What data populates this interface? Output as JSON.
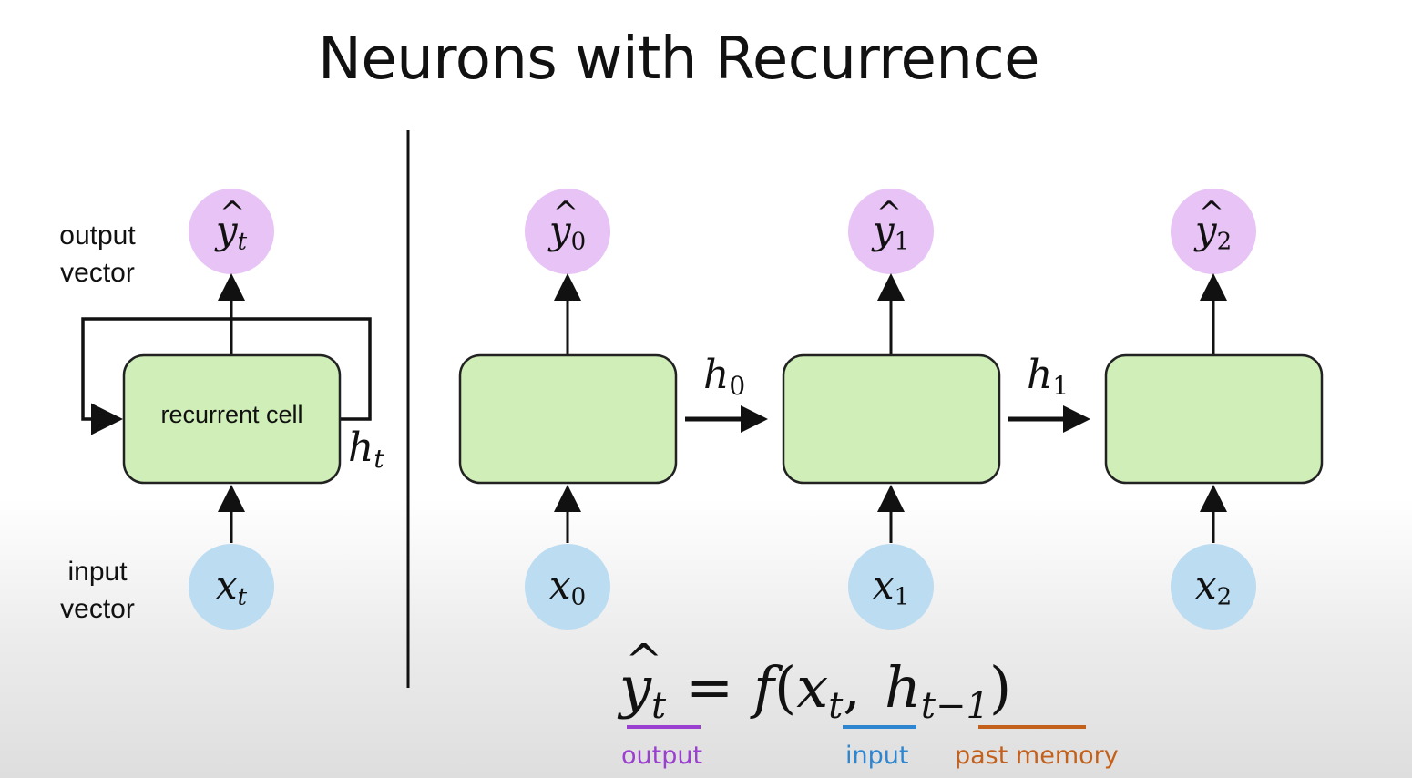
{
  "title": "Neurons with Recurrence",
  "colors": {
    "output_node": "#e8c3f5",
    "input_node": "#bcdcf2",
    "cell_fill": "#cfeeb8",
    "cell_stroke": "#222222",
    "output_underline": "#9b3fd0",
    "input_underline": "#2e86d1",
    "memory_underline": "#c2601c"
  },
  "folded": {
    "output_label_line1": "output",
    "output_label_line2": "vector",
    "input_label_line1": "input",
    "input_label_line2": "vector",
    "cell_label": "recurrent cell",
    "output_node": {
      "base": "y",
      "sub": "t"
    },
    "input_node": {
      "base": "x",
      "sub": "t"
    },
    "state_label": {
      "base": "h",
      "sub": "t"
    }
  },
  "unrolled": {
    "steps": [
      {
        "output": {
          "base": "y",
          "sub": "0"
        },
        "input": {
          "base": "x",
          "sub": "0"
        }
      },
      {
        "output": {
          "base": "y",
          "sub": "1"
        },
        "input": {
          "base": "x",
          "sub": "1"
        }
      },
      {
        "output": {
          "base": "y",
          "sub": "2"
        },
        "input": {
          "base": "x",
          "sub": "2"
        }
      }
    ],
    "hidden_labels": [
      {
        "base": "h",
        "sub": "0"
      },
      {
        "base": "h",
        "sub": "1"
      }
    ]
  },
  "equation": {
    "lhs_base": "y",
    "lhs_sub": "t",
    "equals": "=",
    "func": "f",
    "open_paren": "(",
    "arg1_base": "x",
    "arg1_sub": "t",
    "comma": ",",
    "arg2_base": "h",
    "arg2_sub": "t−1",
    "close_paren": ")",
    "labels": {
      "output": "output",
      "input": "input",
      "past_memory": "past memory"
    }
  }
}
